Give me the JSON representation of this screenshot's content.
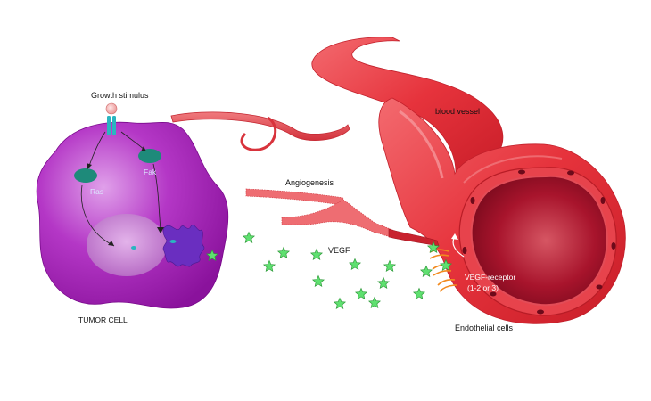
{
  "labels": {
    "growth_stimulus": "Growth stimulus",
    "ras": "Ras",
    "fak": "Fak",
    "tumor_cell": "TUMOR CELL",
    "blood_vessel": "blood vessel",
    "angiogenesis": "Angiogenesis",
    "vegf": "VEGF",
    "vegf_receptor_line1": "VEGF-receptor",
    "vegf_receptor_line2": "(1-2 or 3)",
    "endothelial_cells": "Endothelial cells"
  },
  "colors": {
    "tumor_cell": "#a21fb3",
    "nucleus": "#c47cd0",
    "signal_protein": "#1e8a7a",
    "receptor": "#2ab5c0",
    "stimulus": "#f3b0b0",
    "vessel": "#e8343d",
    "vessel_lumen": "#a8122a",
    "vegf_star": "#5fe070",
    "vegf_receptor": "#f28a1e",
    "golgi": "#6a2ec0"
  },
  "vegf_molecule_count": 16
}
